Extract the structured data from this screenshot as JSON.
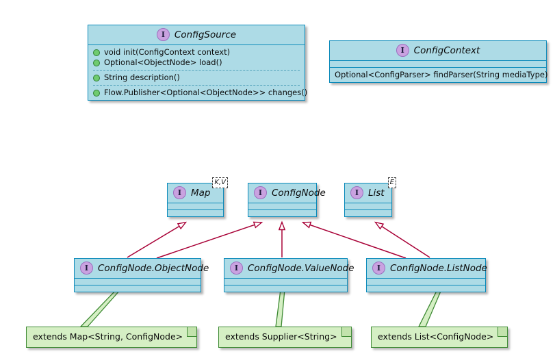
{
  "diagram": {
    "kind": "uml-class-diagram",
    "title": "",
    "colors": {
      "class_fill": "#ADDBE6",
      "class_border": "#0B8ABA",
      "note_fill": "#D5EFC4",
      "note_border": "#3E8A34",
      "arrow": "#A80036",
      "note_link": "#3E8A34",
      "interface_icon_fill": "#C9A2E0",
      "visibility_public": "#6FCB6F",
      "background": "#FFFFFF"
    }
  },
  "classes": [
    {
      "id": "config-source",
      "name": "ConfigSource",
      "stereotype_icon": "interface-icon",
      "stereotype_letter": "I",
      "generics": "",
      "compartments": [
        {
          "members": [
            "void init(ConfigContext context)",
            "Optional<ObjectNode> load()"
          ]
        },
        {
          "members": [
            "String description()"
          ]
        },
        {
          "members": [
            "Flow.Publisher<Optional<ObjectNode>> changes()"
          ]
        }
      ]
    },
    {
      "id": "config-context",
      "name": "ConfigContext",
      "stereotype_icon": "interface-icon",
      "stereotype_letter": "I",
      "generics": "",
      "compartments": [
        {
          "members": [
            "Optional<ConfigParser> findParser(String mediaType)"
          ],
          "no_visibility_dot": true
        }
      ]
    },
    {
      "id": "map",
      "name": "Map",
      "stereotype_icon": "interface-icon",
      "stereotype_letter": "I",
      "generics": "K,V",
      "compartments": []
    },
    {
      "id": "config-node",
      "name": "ConfigNode",
      "stereotype_icon": "interface-icon",
      "stereotype_letter": "I",
      "generics": "",
      "compartments": []
    },
    {
      "id": "list",
      "name": "List",
      "stereotype_icon": "interface-icon",
      "stereotype_letter": "I",
      "generics": "E",
      "compartments": []
    },
    {
      "id": "object-node",
      "name": "ConfigNode.ObjectNode",
      "stereotype_icon": "interface-icon",
      "stereotype_letter": "I",
      "generics": "",
      "compartments": []
    },
    {
      "id": "value-node",
      "name": "ConfigNode.ValueNode",
      "stereotype_icon": "interface-icon",
      "stereotype_letter": "I",
      "generics": "",
      "compartments": []
    },
    {
      "id": "list-node",
      "name": "ConfigNode.ListNode",
      "stereotype_icon": "interface-icon",
      "stereotype_letter": "I",
      "generics": "",
      "compartments": []
    }
  ],
  "notes": [
    {
      "id": "note-object-node",
      "text": "extends Map<String, ConfigNode>",
      "attached_to": "object-node"
    },
    {
      "id": "note-value-node",
      "text": "extends Supplier<String>",
      "attached_to": "value-node"
    },
    {
      "id": "note-list-node",
      "text": "extends List<ConfigNode>",
      "attached_to": "list-node"
    }
  ],
  "relationships": [
    {
      "from": "object-node",
      "to": "map",
      "type": "generalization"
    },
    {
      "from": "object-node",
      "to": "config-node",
      "type": "generalization"
    },
    {
      "from": "value-node",
      "to": "config-node",
      "type": "generalization"
    },
    {
      "from": "list-node",
      "to": "config-node",
      "type": "generalization"
    },
    {
      "from": "list-node",
      "to": "list",
      "type": "generalization"
    }
  ]
}
